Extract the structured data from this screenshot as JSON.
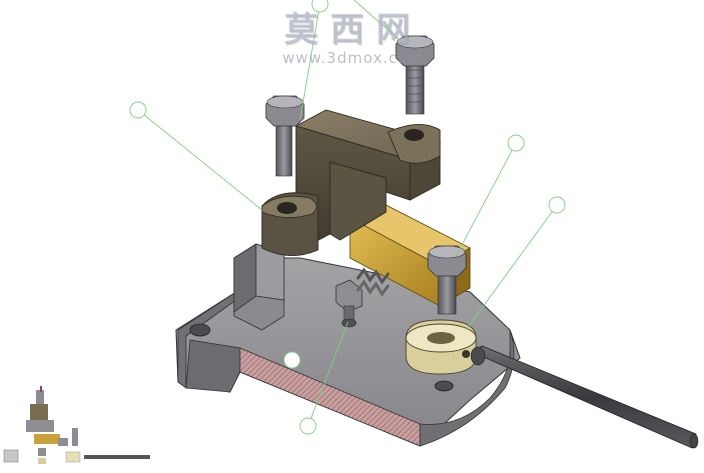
{
  "watermark": {
    "title_cn": "莫西网",
    "url": "www.3dmox.com"
  },
  "callouts": [
    {
      "id": "callout-1",
      "label": ""
    },
    {
      "id": "callout-2",
      "label": ""
    },
    {
      "id": "callout-3",
      "label": ""
    },
    {
      "id": "callout-4",
      "label": ""
    },
    {
      "id": "callout-5",
      "label": ""
    },
    {
      "id": "callout-6",
      "label": ""
    }
  ],
  "colors": {
    "base_plate": "#8f8f92",
    "clamp": "#6f6550",
    "block": "#c9a23a",
    "bushing": "#e7dfb8",
    "bolt": "#7a7a7c",
    "callout_line": "#7fd07f",
    "section_hatch": "#b07a7a"
  }
}
